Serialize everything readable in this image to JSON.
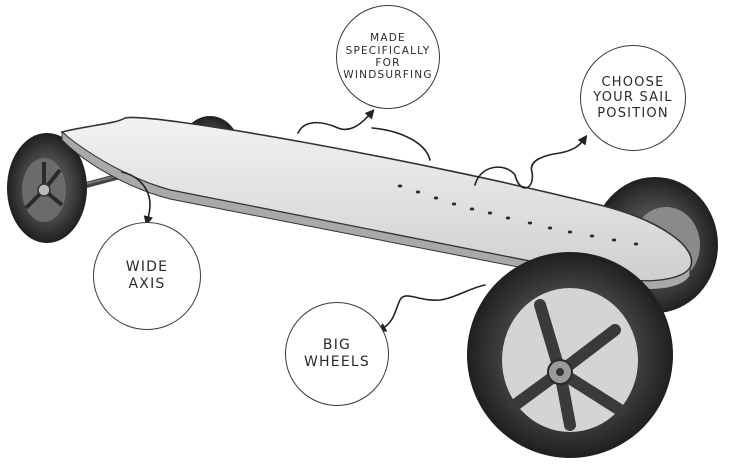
{
  "callouts": {
    "made_for_windsurfing": [
      "MADE",
      "SPECIFICALLY",
      "FOR",
      "WINDSURFING"
    ],
    "choose_sail_position": [
      "CHOOSE",
      "YOUR SAIL",
      "POSITION"
    ],
    "wide_axis": [
      "WIDE",
      "AXIS"
    ],
    "big_wheels": [
      "BIG",
      "WHEELS"
    ]
  },
  "colors": {
    "ink": "#2b2b2b",
    "deck": "#e6e6e6",
    "tire": "#2c2c2c",
    "rim": "#5a5a5a"
  }
}
